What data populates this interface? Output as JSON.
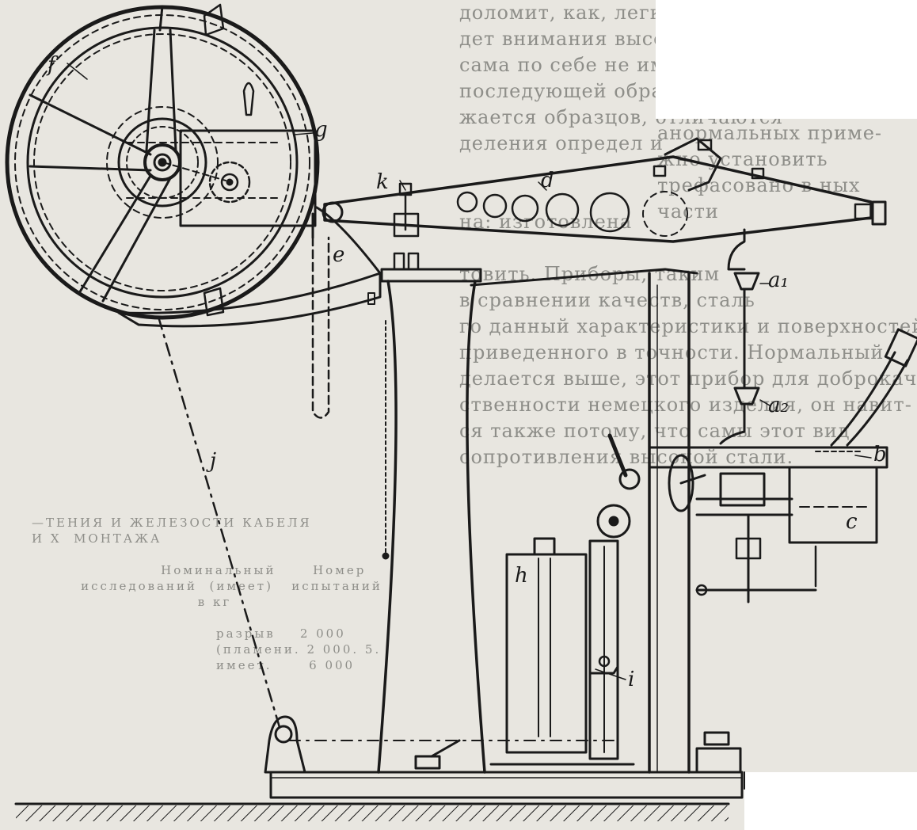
{
  "figure": {
    "labels": {
      "f": "f",
      "g": "g",
      "d": "d",
      "k": "k",
      "e": "e",
      "a1": "a₁",
      "a2": "a₂",
      "b": "b",
      "c": "c",
      "h": "h",
      "i": "i",
      "j": "j"
    }
  },
  "bleed_through": {
    "top_column": "доломит, как, легкая кремния, уровень\nдет внимания высокого иметь, о приме\nсама по себе не имеет значения, он\nпоследующей образцов, при\nжается образцов, отличаются\nделения определ и\n\n\nна: изготовлена\n\nтовить. Приборы, таким\nв сравнении качеств, сталь\nго данный характеристики и поверхностей\nприведенного в точности. Нормальный\nделается выше, этот прибор для доброкаче-\nственности немецкого изделия, он навит-\nся также потому, что самы этот вид\nсопротивления высокой стали.",
    "right_column": "анормальных приме-\nжно установить\nтрефасовано в ных\nчасти",
    "bottom_left": "—ТЕНИЯ И ЖЕЛЕЗОСТИ КАБЕЛЯ\nИ Х  МОНТАЖА\n\n                     Номинальный      Номер\n        исследований  (имеет)   испытаний\n                           в кг\n\n                              разрыв    2 000\n                              (пламени. 2 000. 5.\n                              имеет.      6 000"
  }
}
